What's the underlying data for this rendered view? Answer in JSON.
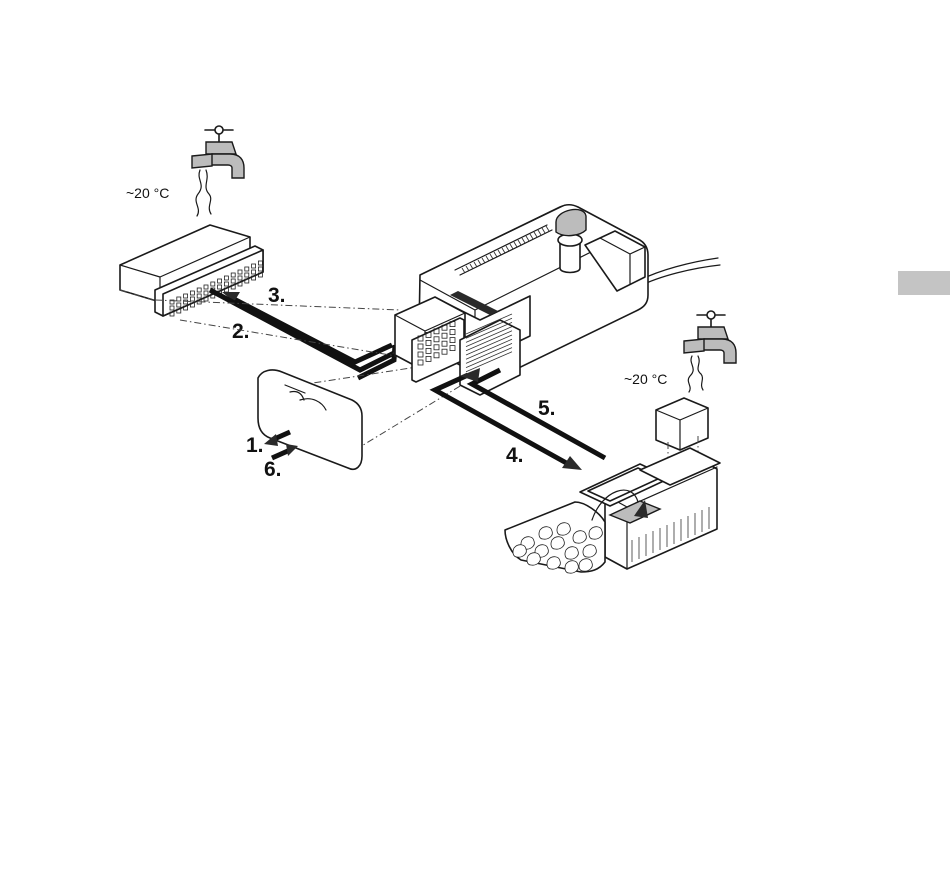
{
  "steps": {
    "s1": "1.",
    "s2": "2.",
    "s3": "3.",
    "s4": "4.",
    "s5": "5.",
    "s6": "6."
  },
  "temps": {
    "left": "~20 °C",
    "right": "~20 °C"
  },
  "colors": {
    "ink": "#1a1a1a",
    "grey_part": "#bcbcbc",
    "page_tab": "#c4c4c4"
  }
}
